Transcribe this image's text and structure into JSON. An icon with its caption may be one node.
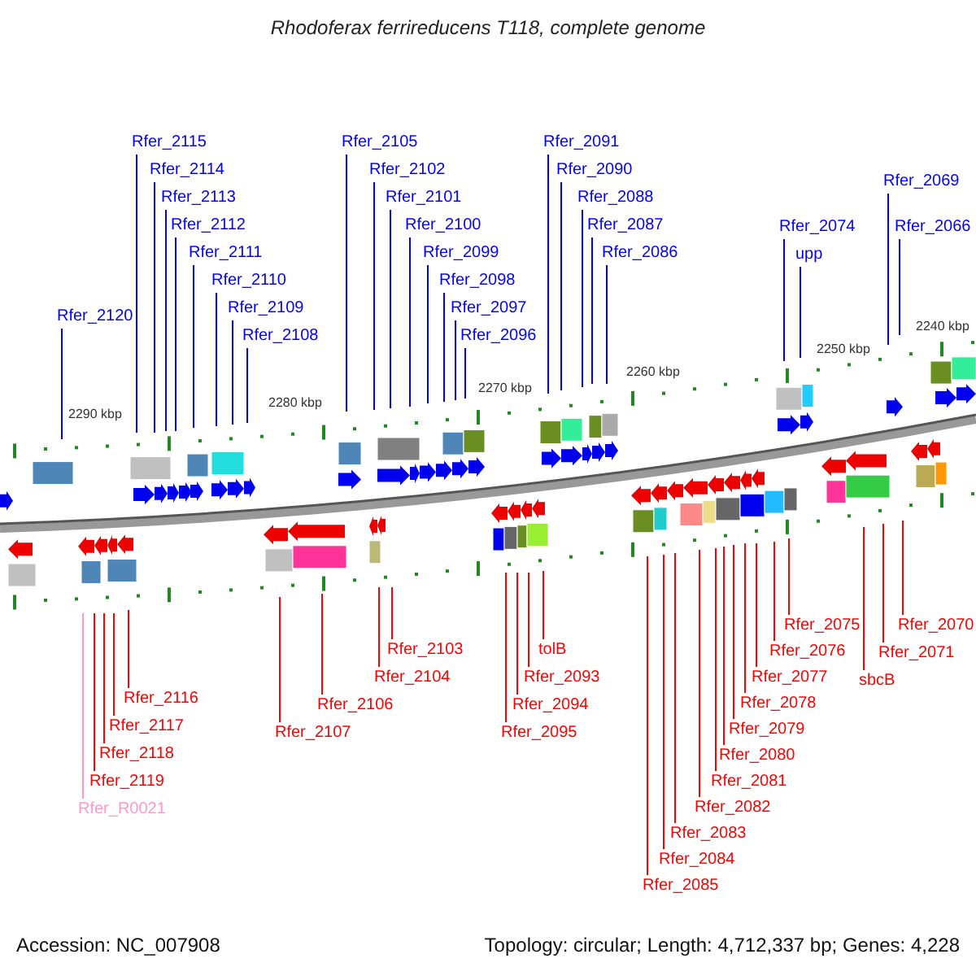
{
  "diagram": {
    "title": "Rhodoferax ferrireducens T118, complete genome",
    "nodes": [
      {
        "text": [
          "Rfer_2120"
        ]
      },
      {
        "text": [
          "Rfer_2115"
        ]
      },
      {
        "text": [
          "Rfer_2114"
        ]
      },
      {
        "text": [
          "Rfer_2113"
        ]
      },
      {
        "text": [
          "Rfer_2112"
        ]
      },
      {
        "text": [
          "Rfer_2111"
        ]
      },
      {
        "text": [
          "Rfer_2110"
        ]
      },
      {
        "text": [
          "Rfer_2109"
        ]
      },
      {
        "text": [
          "Rfer_2108"
        ]
      },
      {
        "text": [
          "Rfer_2105"
        ]
      },
      {
        "text": [
          "Rfer_2102"
        ]
      },
      {
        "text": [
          "Rfer_2101"
        ]
      },
      {
        "text": [
          "Rfer_2100"
        ]
      },
      {
        "text": [
          "Rfer_2099"
        ]
      },
      {
        "text": [
          "Rfer_2098"
        ]
      },
      {
        "text": [
          "Rfer_2097"
        ]
      },
      {
        "text": [
          "Rfer_2096"
        ]
      },
      {
        "text": [
          "Rfer_2091"
        ]
      },
      {
        "text": [
          "Rfer_2090"
        ]
      },
      {
        "text": [
          "Rfer_2088"
        ]
      },
      {
        "text": [
          "Rfer_2087"
        ]
      },
      {
        "text": [
          "Rfer_2086"
        ]
      },
      {
        "text": [
          "Rfer_2074"
        ]
      },
      {
        "text": [
          "upp"
        ]
      },
      {
        "text": [
          "Rfer_2069"
        ]
      },
      {
        "text": [
          "Rfer_2066"
        ]
      },
      {
        "text": [
          "Rfer_2116"
        ]
      },
      {
        "text": [
          "Rfer_2117"
        ]
      },
      {
        "text": [
          "Rfer_2118"
        ]
      },
      {
        "text": [
          "Rfer_2119"
        ]
      },
      {
        "text": [
          "Rfer_R0021"
        ]
      },
      {
        "text": [
          "Rfer_2107"
        ]
      },
      {
        "text": [
          "Rfer_2106"
        ]
      },
      {
        "text": [
          "Rfer_2104"
        ]
      },
      {
        "text": [
          "Rfer_2103"
        ]
      },
      {
        "text": [
          "Rfer_2095"
        ]
      },
      {
        "text": [
          "Rfer_2094"
        ]
      },
      {
        "text": [
          "Rfer_2093"
        ]
      },
      {
        "text": [
          "tolB"
        ]
      },
      {
        "text": [
          "Rfer_2085"
        ]
      },
      {
        "text": [
          "Rfer_2084"
        ]
      },
      {
        "text": [
          "Rfer_2083"
        ]
      },
      {
        "text": [
          "Rfer_2082"
        ]
      },
      {
        "text": [
          "Rfer_2081"
        ]
      },
      {
        "text": [
          "Rfer_2080"
        ]
      },
      {
        "text": [
          "Rfer_2079"
        ]
      },
      {
        "text": [
          "Rfer_2078"
        ]
      },
      {
        "text": [
          "Rfer_2077"
        ]
      },
      {
        "text": [
          "Rfer_2076"
        ]
      },
      {
        "text": [
          "Rfer_2075"
        ]
      },
      {
        "text": [
          "sbcB"
        ]
      },
      {
        "text": [
          "Rfer_2071"
        ]
      },
      {
        "text": [
          "Rfer_2070"
        ]
      }
    ],
    "edges": [
      {
        "from": 0,
        "to": null,
        "arrow": "none",
        "color": "#0000ff"
      },
      {
        "from": 1,
        "to": null,
        "arrow": "none",
        "color": "#0000ff"
      },
      {
        "from": 2,
        "to": null,
        "arrow": "none",
        "color": "#0000ff"
      },
      {
        "from": 3,
        "to": null,
        "arrow": "none",
        "color": "#0000ff"
      },
      {
        "from": 4,
        "to": null,
        "arrow": "none",
        "color": "#0000ff"
      },
      {
        "from": 5,
        "to": null,
        "arrow": "none",
        "color": "#0000ff"
      },
      {
        "from": 6,
        "to": null,
        "arrow": "none",
        "color": "#0000ff"
      },
      {
        "from": 7,
        "to": null,
        "arrow": "none",
        "color": "#0000ff"
      },
      {
        "from": 8,
        "to": null,
        "arrow": "none",
        "color": "#0000ff"
      },
      {
        "from": 9,
        "to": null,
        "arrow": "none",
        "color": "#0000ff"
      },
      {
        "from": 10,
        "to": null,
        "arrow": "none",
        "color": "#0000ff"
      },
      {
        "from": 11,
        "to": null,
        "arrow": "none",
        "color": "#0000ff"
      },
      {
        "from": 12,
        "to": null,
        "arrow": "none",
        "color": "#0000ff"
      },
      {
        "from": 13,
        "to": null,
        "arrow": "none",
        "color": "#0000ff"
      },
      {
        "from": 14,
        "to": null,
        "arrow": "none",
        "color": "#0000ff"
      },
      {
        "from": 15,
        "to": null,
        "arrow": "none",
        "color": "#0000ff"
      },
      {
        "from": 16,
        "to": null,
        "arrow": "none",
        "color": "#0000ff"
      },
      {
        "from": 17,
        "to": null,
        "arrow": "none",
        "color": "#0000ff"
      },
      {
        "from": 18,
        "to": null,
        "arrow": "none",
        "color": "#0000ff"
      },
      {
        "from": 19,
        "to": null,
        "arrow": "none",
        "color": "#0000ff"
      },
      {
        "from": 20,
        "to": null,
        "arrow": "none",
        "color": "#0000ff"
      },
      {
        "from": 21,
        "to": null,
        "arrow": "none",
        "color": "#0000ff"
      },
      {
        "from": 22,
        "to": null,
        "arrow": "none",
        "color": "#0000ff"
      },
      {
        "from": 23,
        "to": null,
        "arrow": "none",
        "color": "#0000ff"
      },
      {
        "from": 24,
        "to": null,
        "arrow": "none",
        "color": "#0000ff"
      },
      {
        "from": 25,
        "to": null,
        "arrow": "none",
        "color": "#0000ff"
      },
      {
        "from": 26,
        "to": null,
        "arrow": "none",
        "color": "#ff0000"
      },
      {
        "from": 27,
        "to": null,
        "arrow": "none",
        "color": "#ff0000"
      },
      {
        "from": 28,
        "to": null,
        "arrow": "none",
        "color": "#ff0000"
      },
      {
        "from": 29,
        "to": null,
        "arrow": "none",
        "color": "#ff0000"
      },
      {
        "from": 30,
        "to": null,
        "arrow": "none",
        "color": "#ff99cc"
      },
      {
        "from": 31,
        "to": null,
        "arrow": "none",
        "color": "#ff0000"
      },
      {
        "from": 32,
        "to": null,
        "arrow": "none",
        "color": "#ff0000"
      },
      {
        "from": 33,
        "to": null,
        "arrow": "none",
        "color": "#ff0000"
      },
      {
        "from": 34,
        "to": null,
        "arrow": "none",
        "color": "#ff0000"
      },
      {
        "from": 35,
        "to": null,
        "arrow": "none",
        "color": "#ff0000"
      },
      {
        "from": 36,
        "to": null,
        "arrow": "none",
        "color": "#ff0000"
      },
      {
        "from": 37,
        "to": null,
        "arrow": "none",
        "color": "#ff0000"
      },
      {
        "from": 38,
        "to": null,
        "arrow": "none",
        "color": "#ff0000"
      },
      {
        "from": 39,
        "to": null,
        "arrow": "none",
        "color": "#ff0000"
      },
      {
        "from": 40,
        "to": null,
        "arrow": "none",
        "color": "#ff0000"
      },
      {
        "from": 41,
        "to": null,
        "arrow": "none",
        "color": "#ff0000"
      },
      {
        "from": 42,
        "to": null,
        "arrow": "none",
        "color": "#ff0000"
      },
      {
        "from": 43,
        "to": null,
        "arrow": "none",
        "color": "#ff0000"
      },
      {
        "from": 44,
        "to": null,
        "arrow": "none",
        "color": "#ff0000"
      },
      {
        "from": 45,
        "to": null,
        "arrow": "none",
        "color": "#ff0000"
      },
      {
        "from": 46,
        "to": null,
        "arrow": "none",
        "color": "#ff0000"
      },
      {
        "from": 47,
        "to": null,
        "arrow": "none",
        "color": "#ff0000"
      },
      {
        "from": 48,
        "to": null,
        "arrow": "none",
        "color": "#ff0000"
      },
      {
        "from": 49,
        "to": null,
        "arrow": "none",
        "color": "#ff0000"
      },
      {
        "from": 50,
        "to": null,
        "arrow": "none",
        "color": "#ff0000"
      },
      {
        "from": 51,
        "to": null,
        "arrow": "none",
        "color": "#ff0000"
      },
      {
        "from": 52,
        "to": null,
        "arrow": "none",
        "color": "#ff0000"
      }
    ],
    "labels": [
      "2290 kbp",
      "2280 kbp",
      "2270 kbp",
      "2260 kbp",
      "2250 kbp",
      "2240 kbp",
      "Accession: NC_007908",
      "Topology: circular; Length: 4,712,337 bp; Genes: 4,228"
    ]
  }
}
